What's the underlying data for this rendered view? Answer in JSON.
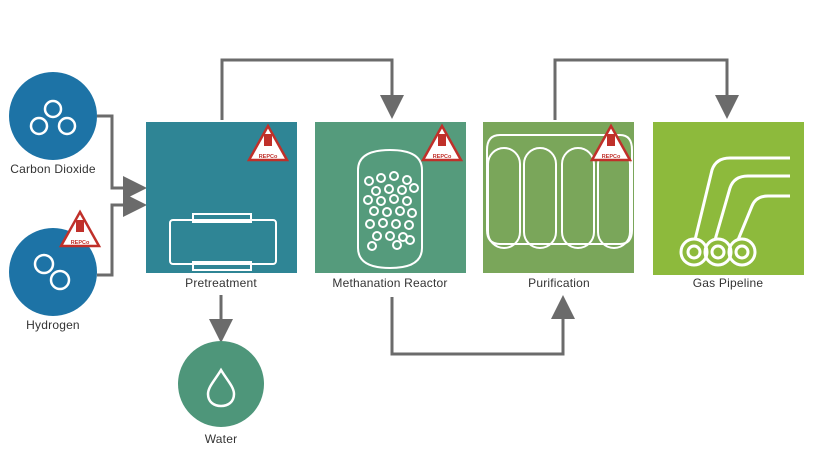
{
  "colors": {
    "arrow": "#6b6b6b",
    "input_circle": "#1d73a6",
    "water_circle": "#4e967a",
    "pretreatment": "#2f8595",
    "reactor": "#559b7c",
    "purification": "#7aa65a",
    "pipeline": "#8dba3c",
    "badge_red": "#c0302a"
  },
  "inputs": [
    {
      "label": "Carbon Dioxide",
      "icon": "molecule-three-atoms-icon"
    },
    {
      "label": "Hydrogen",
      "icon": "molecule-two-atoms-icon"
    }
  ],
  "stages": [
    {
      "label": "Pretreatment",
      "icon": "filter-cartridge-icon"
    },
    {
      "label": "Methanation Reactor",
      "icon": "catalyst-bed-icon"
    },
    {
      "label": "Purification",
      "icon": "membrane-tubes-icon"
    },
    {
      "label": "Gas Pipeline",
      "icon": "pipes-icon"
    }
  ],
  "output": {
    "label": "Water",
    "icon": "water-drop-icon"
  },
  "badge": {
    "text": "REPCo",
    "icon": "warning-triangle-icon"
  }
}
